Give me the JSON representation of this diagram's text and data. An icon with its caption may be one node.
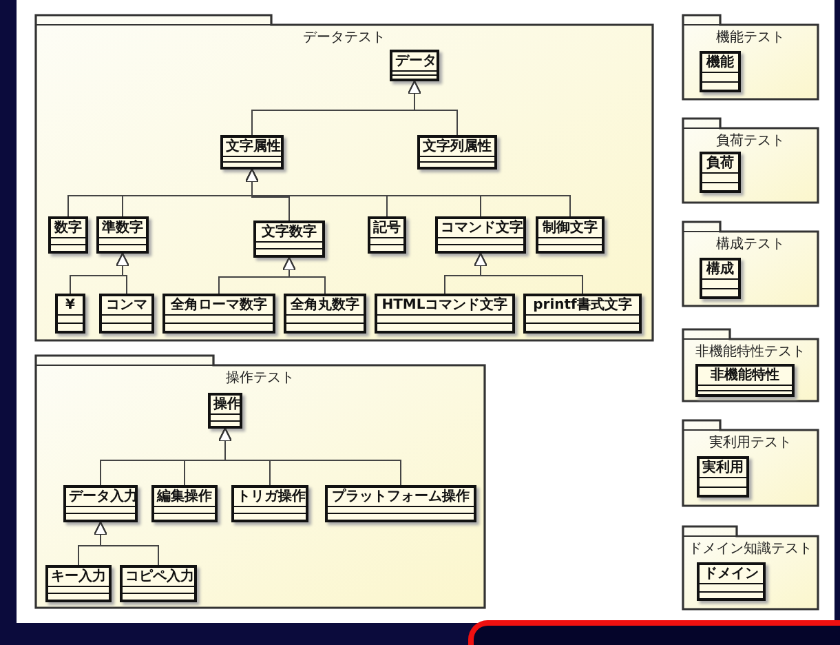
{
  "diagram": {
    "nodes": [
      {
        "text": [
          "データテスト"
        ]
      },
      {
        "text": [
          "データ"
        ],
        "in": 0
      },
      {
        "text": [
          "文字属性"
        ],
        "in": 0
      },
      {
        "text": [
          "文字列属性"
        ],
        "in": 0
      },
      {
        "text": [
          "数字"
        ],
        "in": 0
      },
      {
        "text": [
          "準数字"
        ],
        "in": 0
      },
      {
        "text": [
          "文字数字"
        ],
        "in": 0
      },
      {
        "text": [
          "記号"
        ],
        "in": 0
      },
      {
        "text": [
          "コマンド文字"
        ],
        "in": 0
      },
      {
        "text": [
          "制御文字"
        ],
        "in": 0
      },
      {
        "text": [
          "¥"
        ],
        "in": 0
      },
      {
        "text": [
          "コンマ"
        ],
        "in": 0
      },
      {
        "text": [
          "全角ローマ数字"
        ],
        "in": 0
      },
      {
        "text": [
          "全角丸数字"
        ],
        "in": 0
      },
      {
        "text": [
          "HTMLコマンド文字"
        ],
        "in": 0
      },
      {
        "text": [
          "printf書式文字"
        ],
        "in": 0
      },
      {
        "text": [
          "操作テスト"
        ]
      },
      {
        "text": [
          "操作"
        ],
        "in": 16
      },
      {
        "text": [
          "データ入力"
        ],
        "in": 16
      },
      {
        "text": [
          "編集操作"
        ],
        "in": 16
      },
      {
        "text": [
          "トリガ操作"
        ],
        "in": 16
      },
      {
        "text": [
          "プラットフォーム操作"
        ],
        "in": 16
      },
      {
        "text": [
          "キー入力"
        ],
        "in": 16
      },
      {
        "text": [
          "コピペ入力"
        ],
        "in": 16
      },
      {
        "text": [
          "機能テスト"
        ]
      },
      {
        "text": [
          "機能"
        ],
        "in": 24
      },
      {
        "text": [
          "負荷テスト"
        ]
      },
      {
        "text": [
          "負荷"
        ],
        "in": 26
      },
      {
        "text": [
          "構成テスト"
        ]
      },
      {
        "text": [
          "構成"
        ],
        "in": 28
      },
      {
        "text": [
          "非機能特性テスト"
        ]
      },
      {
        "text": [
          "非機能特性"
        ],
        "in": 30
      },
      {
        "text": [
          "実利用テスト"
        ]
      },
      {
        "text": [
          "実利用"
        ],
        "in": 32
      },
      {
        "text": [
          "ドメイン知識テスト"
        ]
      },
      {
        "text": [
          "ドメイン"
        ],
        "in": 34
      }
    ],
    "edges": [
      {
        "from": 2,
        "to": 1,
        "arrow": "to"
      },
      {
        "from": 3,
        "to": 1,
        "arrow": "to"
      },
      {
        "from": 4,
        "to": 2,
        "arrow": "to"
      },
      {
        "from": 5,
        "to": 2,
        "arrow": "to"
      },
      {
        "from": 6,
        "to": 2,
        "arrow": "to"
      },
      {
        "from": 7,
        "to": 2,
        "arrow": "to"
      },
      {
        "from": 8,
        "to": 2,
        "arrow": "to"
      },
      {
        "from": 9,
        "to": 2,
        "arrow": "to"
      },
      {
        "from": 10,
        "to": 5,
        "arrow": "to"
      },
      {
        "from": 11,
        "to": 5,
        "arrow": "to"
      },
      {
        "from": 12,
        "to": 6,
        "arrow": "to"
      },
      {
        "from": 13,
        "to": 6,
        "arrow": "to"
      },
      {
        "from": 14,
        "to": 8,
        "arrow": "to"
      },
      {
        "from": 15,
        "to": 8,
        "arrow": "to"
      },
      {
        "from": 18,
        "to": 17,
        "arrow": "to"
      },
      {
        "from": 19,
        "to": 17,
        "arrow": "to"
      },
      {
        "from": 20,
        "to": 17,
        "arrow": "to"
      },
      {
        "from": 21,
        "to": 17,
        "arrow": "to"
      },
      {
        "from": 22,
        "to": 18,
        "arrow": "to"
      },
      {
        "from": 23,
        "to": 18,
        "arrow": "to"
      }
    ]
  }
}
